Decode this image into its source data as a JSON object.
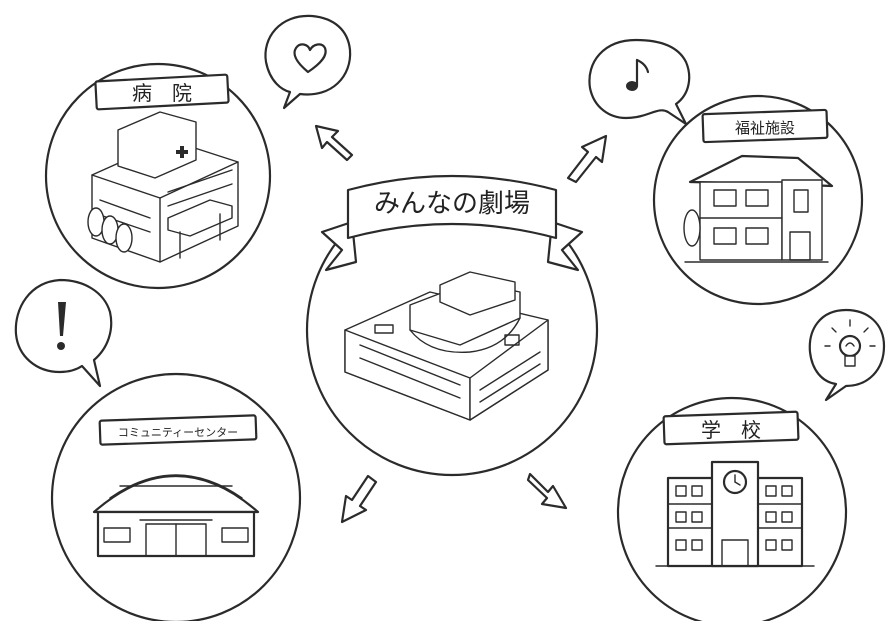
{
  "center": {
    "title": "みんなの劇場"
  },
  "nodes": {
    "hospital": {
      "label": "病　院",
      "bubble_icon": "heart-icon"
    },
    "welfare": {
      "label": "福祉施設",
      "bubble_icon": "music-note-icon"
    },
    "community": {
      "label": "コミュニティーセンター",
      "bubble_icon": "exclamation-icon"
    },
    "school": {
      "label": "学　校",
      "bubble_icon": "lightbulb-icon"
    }
  },
  "colors": {
    "ink": "#2b2b2b",
    "paper": "#ffffff"
  }
}
